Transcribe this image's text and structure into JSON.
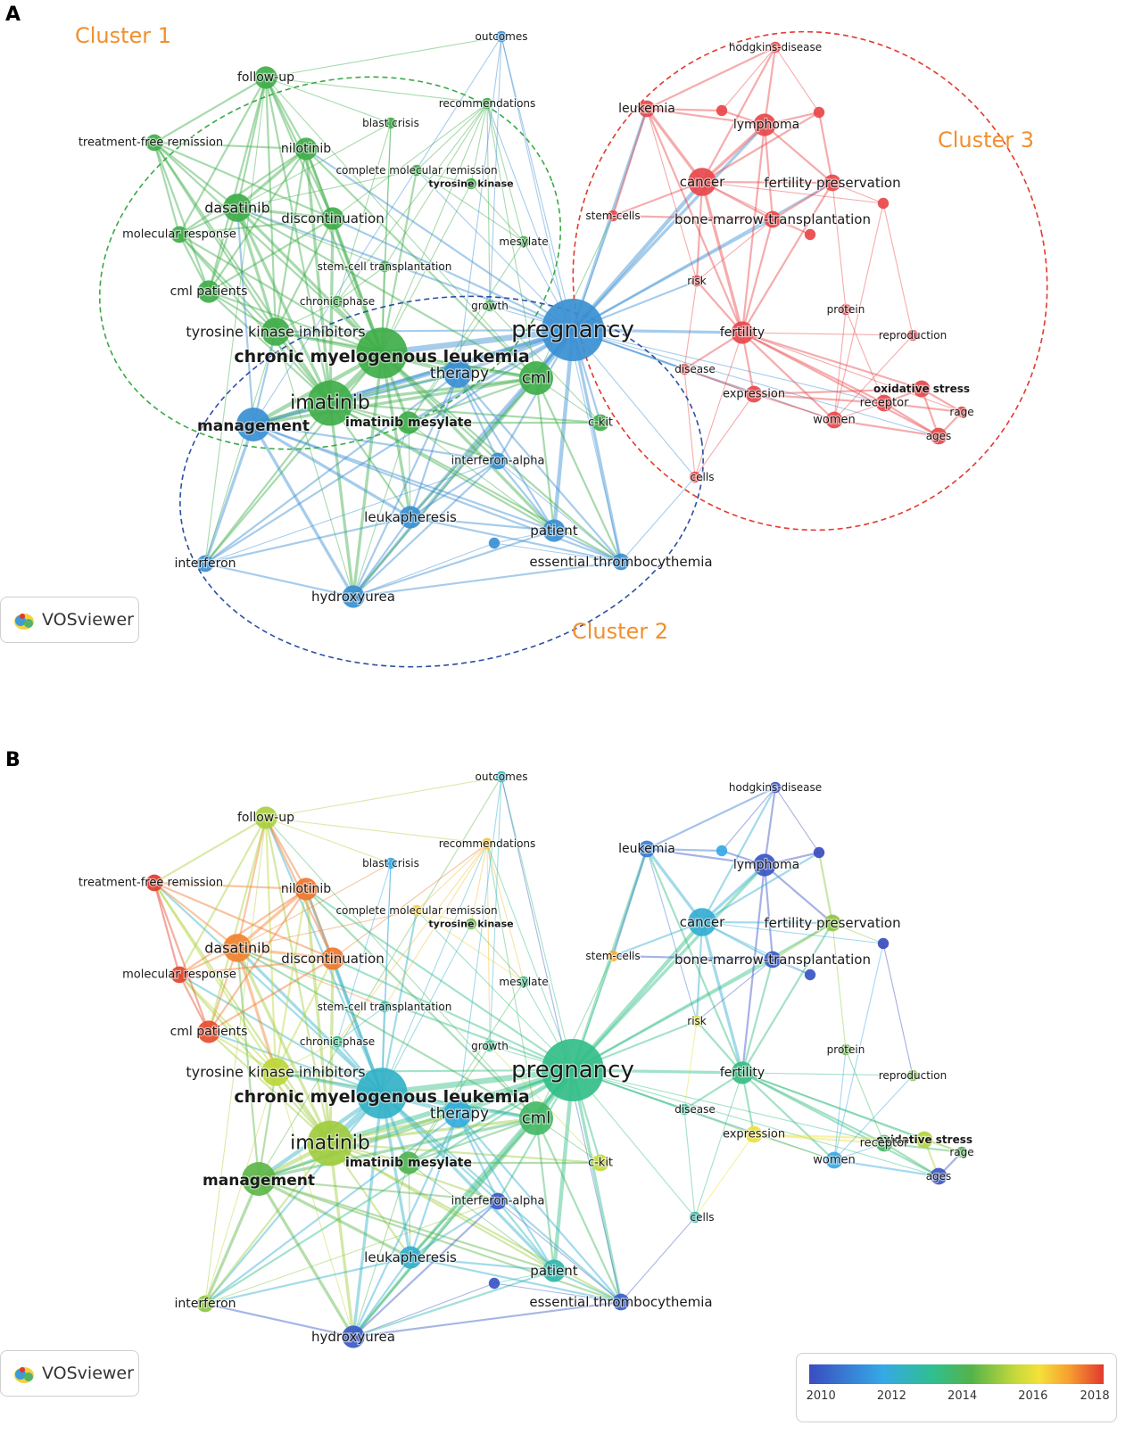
{
  "panels": [
    {
      "letter": "A",
      "mode": "cluster",
      "clusters": [
        "Cluster 1",
        "Cluster 2",
        "Cluster 3"
      ]
    },
    {
      "letter": "B",
      "mode": "overlay"
    }
  ],
  "logo_text": "VOSviewer",
  "colorbar": {
    "ticks": [
      "2010",
      "2012",
      "2014",
      "2016",
      "2018"
    ],
    "colors": [
      "#3a4cc0",
      "#35a9e6",
      "#2fbf8f",
      "#54b34a",
      "#f3e13a",
      "#e2382d"
    ]
  },
  "colors": {
    "cluster1": "#3fae49",
    "cluster2": "#3a8fd3",
    "cluster3": "#e8474a",
    "cluster_label": "#f0902e"
  },
  "keywords": [
    {
      "id": "pregnancy",
      "label": "pregnancy",
      "cluster": 2,
      "weight": 10,
      "year": 2013.5
    },
    {
      "id": "cml_leuk",
      "label": "chronic myelogenous leukemia",
      "cluster": 1,
      "weight": 8,
      "year": 2012.5
    },
    {
      "id": "imatinib",
      "label": "imatinib",
      "cluster": 1,
      "weight": 7,
      "year": 2015.2
    },
    {
      "id": "cml",
      "label": "cml",
      "cluster": 1,
      "weight": 5,
      "year": 2014.0
    },
    {
      "id": "management",
      "label": "management",
      "cluster": 2,
      "weight": 5,
      "year": 2014.5
    },
    {
      "id": "therapy",
      "label": "therapy",
      "cluster": 2,
      "weight": 4,
      "year": 2012.2
    },
    {
      "id": "dasatinib",
      "label": "dasatinib",
      "cluster": 1,
      "weight": 4,
      "year": 2017.5
    },
    {
      "id": "tki",
      "label": "tyrosine kinase inhibitors",
      "cluster": 1,
      "weight": 4,
      "year": 2015.5
    },
    {
      "id": "discontinuation",
      "label": "discontinuation",
      "cluster": 1,
      "weight": 3,
      "year": 2017.6
    },
    {
      "id": "nilotinib",
      "label": "nilotinib",
      "cluster": 1,
      "weight": 3,
      "year": 2017.6
    },
    {
      "id": "followup",
      "label": "follow-up",
      "cluster": 1,
      "weight": 3,
      "year": 2015.3
    },
    {
      "id": "cml_patients",
      "label": "cml patients",
      "cluster": 1,
      "weight": 3,
      "year": 2018.0
    },
    {
      "id": "tfr",
      "label": "treatment-free remission",
      "cluster": 1,
      "weight": 2,
      "year": 2018.2
    },
    {
      "id": "molresp",
      "label": "molecular response",
      "cluster": 1,
      "weight": 2,
      "year": 2018.1
    },
    {
      "id": "blast",
      "label": "blast crisis",
      "cluster": 1,
      "weight": 1,
      "year": 2012.0
    },
    {
      "id": "cmr",
      "label": "complete molecular remission",
      "cluster": 1,
      "weight": 1,
      "year": 2016.5
    },
    {
      "id": "tk",
      "label": "tyrosine kinase",
      "cluster": 1,
      "weight": 1,
      "year": 2014.6
    },
    {
      "id": "recs",
      "label": "recommendations",
      "cluster": 1,
      "weight": 1,
      "year": 2016.8
    },
    {
      "id": "mesylate",
      "label": "mesylate",
      "cluster": 1,
      "weight": 1,
      "year": 2013.6
    },
    {
      "id": "sct",
      "label": "stem-cell transplantation",
      "cluster": 1,
      "weight": 1,
      "year": 2013.0
    },
    {
      "id": "chronicph",
      "label": "chronic-phase",
      "cluster": 1,
      "weight": 1,
      "year": 2013.5
    },
    {
      "id": "growth",
      "label": "growth",
      "cluster": 1,
      "weight": 1,
      "year": 2013.4
    },
    {
      "id": "imesylate",
      "label": "imatinib mesylate",
      "cluster": 1,
      "weight": 3,
      "year": 2014.3
    },
    {
      "id": "ckit",
      "label": "c-kit",
      "cluster": 1,
      "weight": 2,
      "year": 2015.6
    },
    {
      "id": "outcomes",
      "label": "outcomes",
      "cluster": 2,
      "weight": 1,
      "year": 2012.6
    },
    {
      "id": "ifnalpha",
      "label": "interferon-alpha",
      "cluster": 2,
      "weight": 2,
      "year": 2010.3
    },
    {
      "id": "leukapheresis",
      "label": "leukapheresis",
      "cluster": 2,
      "weight": 3,
      "year": 2012.4
    },
    {
      "id": "patient",
      "label": "patient",
      "cluster": 2,
      "weight": 3,
      "year": 2012.9
    },
    {
      "id": "extra",
      "label": "",
      "cluster": 2,
      "weight": 1,
      "year": 2010.2
    },
    {
      "id": "et",
      "label": "essential thrombocythemia",
      "cluster": 2,
      "weight": 2,
      "year": 2010.4
    },
    {
      "id": "interferon",
      "label": "interferon",
      "cluster": 2,
      "weight": 2,
      "year": 2015.0
    },
    {
      "id": "hydroxyurea",
      "label": "hydroxyurea",
      "cluster": 2,
      "weight": 3,
      "year": 2010.3
    },
    {
      "id": "hodgkins",
      "label": "hodgkins-disease",
      "cluster": 3,
      "weight": 1,
      "year": 2010.1
    },
    {
      "id": "leukemia",
      "label": "leukemia",
      "cluster": 3,
      "weight": 2,
      "year": 2011.0
    },
    {
      "id": "r_a",
      "label": "",
      "cluster": 3,
      "weight": 1,
      "year": 2012.0
    },
    {
      "id": "lymphoma",
      "label": "lymphoma",
      "cluster": 3,
      "weight": 3,
      "year": 2010.2
    },
    {
      "id": "r_b",
      "label": "",
      "cluster": 3,
      "weight": 1,
      "year": 2010.0
    },
    {
      "id": "cancer",
      "label": "cancer",
      "cluster": 3,
      "weight": 4,
      "year": 2012.3
    },
    {
      "id": "fertpres",
      "label": "fertility preservation",
      "cluster": 3,
      "weight": 2,
      "year": 2015.0
    },
    {
      "id": "r_c",
      "label": "",
      "cluster": 3,
      "weight": 1,
      "year": 2010.0
    },
    {
      "id": "stemcells",
      "label": "stem-cells",
      "cluster": 3,
      "weight": 1,
      "year": 2017.0
    },
    {
      "id": "bmt",
      "label": "bone-marrow-transplantation",
      "cluster": 3,
      "weight": 2,
      "year": 2010.3
    },
    {
      "id": "r_d",
      "label": "",
      "cluster": 3,
      "weight": 1,
      "year": 2010.2
    },
    {
      "id": "risk",
      "label": "risk",
      "cluster": 3,
      "weight": 1,
      "year": 2016.0
    },
    {
      "id": "protein",
      "label": "protein",
      "cluster": 3,
      "weight": 1,
      "year": 2014.6
    },
    {
      "id": "fertility",
      "label": "fertility",
      "cluster": 3,
      "weight": 3,
      "year": 2013.6
    },
    {
      "id": "reproduction",
      "label": "reproduction",
      "cluster": 3,
      "weight": 1,
      "year": 2014.8
    },
    {
      "id": "disease",
      "label": "disease",
      "cluster": 3,
      "weight": 1,
      "year": 2013.3
    },
    {
      "id": "expression",
      "label": "expression",
      "cluster": 3,
      "weight": 2,
      "year": 2016.2
    },
    {
      "id": "oxstress",
      "label": "oxidative stress",
      "cluster": 3,
      "weight": 2,
      "year": 2015.4
    },
    {
      "id": "receptor",
      "label": "receptor",
      "cluster": 3,
      "weight": 2,
      "year": 2014.0
    },
    {
      "id": "rage",
      "label": "rage",
      "cluster": 3,
      "weight": 1,
      "year": 2014.2
    },
    {
      "id": "women",
      "label": "women",
      "cluster": 3,
      "weight": 2,
      "year": 2012.0
    },
    {
      "id": "ages",
      "label": "ages",
      "cluster": 3,
      "weight": 2,
      "year": 2010.2
    },
    {
      "id": "cells",
      "label": "cells",
      "cluster": 3,
      "weight": 1,
      "year": 2013.0
    }
  ]
}
